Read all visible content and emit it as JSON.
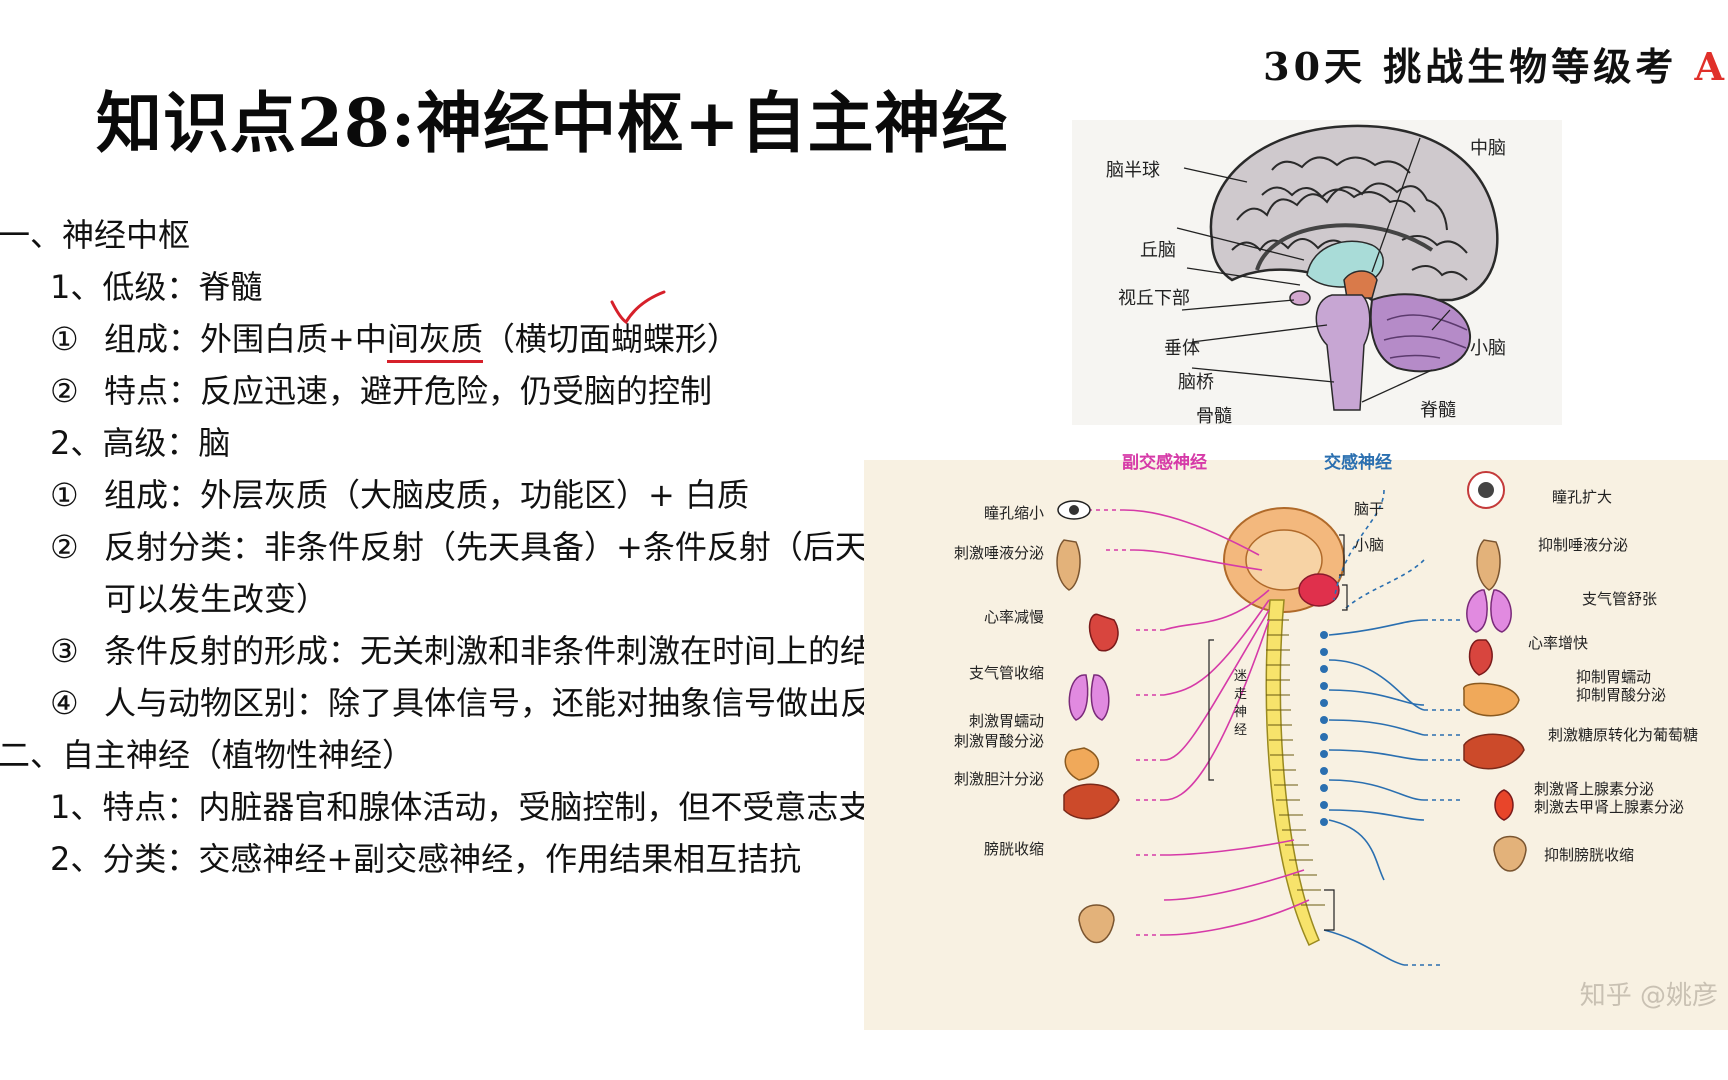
{
  "brand": {
    "text": "30天 挑战生物等级考 ",
    "accent": "A"
  },
  "title": "知识点28:神经中枢+自主神经",
  "outline": {
    "s1_heading": "一、神经中枢",
    "s1_low": "1、低级：脊髓",
    "s1_low_1_num": "①",
    "s1_low_1_a": "组成：外围白质+中",
    "s1_low_1_b": "间灰质",
    "s1_low_1_c": "（横切面蝴蝶形）",
    "s1_low_2_num": "②",
    "s1_low_2": "特点：反应迅速，避开危险，仍受脑的控制",
    "s1_high": "2、高级：脑",
    "s1_high_1_num": "①",
    "s1_high_1": "组成：外层灰质（大脑皮质，功能区）+ 白质",
    "s1_high_2_num": "②",
    "s1_high_2": "反射分类：非条件反射（先天具备）+条件反射（后天培养，",
    "s1_high_2_cont": "可以发生改变）",
    "s1_high_3_num": "③",
    "s1_high_3": "条件反射的形成：无关刺激和非条件刺激在时间上的结合",
    "s1_high_4_num": "④",
    "s1_high_4": "人与动物区别：除了具体信号，还能对抽象信号做出反应",
    "s2_heading": "二、自主神经（植物性神经）",
    "s2_1": "1、特点：内脏器官和腺体活动，受脑控制，但不受意志支配",
    "s2_2": "2、分类：交感神经+副交感神经，作用结果相互拮抗"
  },
  "brain_figure": {
    "labels": {
      "cerebrum": "脑半球",
      "midbrain": "中脑",
      "thalamus": "丘脑",
      "hypothalamus": "视丘下部",
      "pituitary": "垂体",
      "pons": "脑桥",
      "medulla": "骨髓",
      "cerebellum": "小脑",
      "spinal_cord": "脊髓"
    }
  },
  "ans_figure": {
    "parasympathetic": "副交感神经",
    "sympathetic": "交感神经",
    "brainstem": "脑干",
    "cerebellum": "小脑",
    "vagus": [
      "迷",
      "走",
      "神",
      "经"
    ],
    "para_effects": [
      "瞳孔缩小",
      "刺激唾液分泌",
      "心率减慢",
      "支气管收缩",
      "刺激胃蠕动",
      "刺激胃酸分泌",
      "刺激胆汁分泌",
      "膀胱收缩"
    ],
    "symp_effects": [
      "瞳孔扩大",
      "抑制唾液分泌",
      "支气管舒张",
      "心率增快",
      "抑制胃蠕动",
      "抑制胃酸分泌",
      "刺激糖原转化为葡萄糖",
      "刺激肾上腺素分泌",
      "刺激去甲肾上腺素分泌",
      "抑制膀胱收缩"
    ],
    "para_color": "#d63aa8",
    "symp_color": "#2a6fb0",
    "watermark": "知乎 @姚彦"
  }
}
